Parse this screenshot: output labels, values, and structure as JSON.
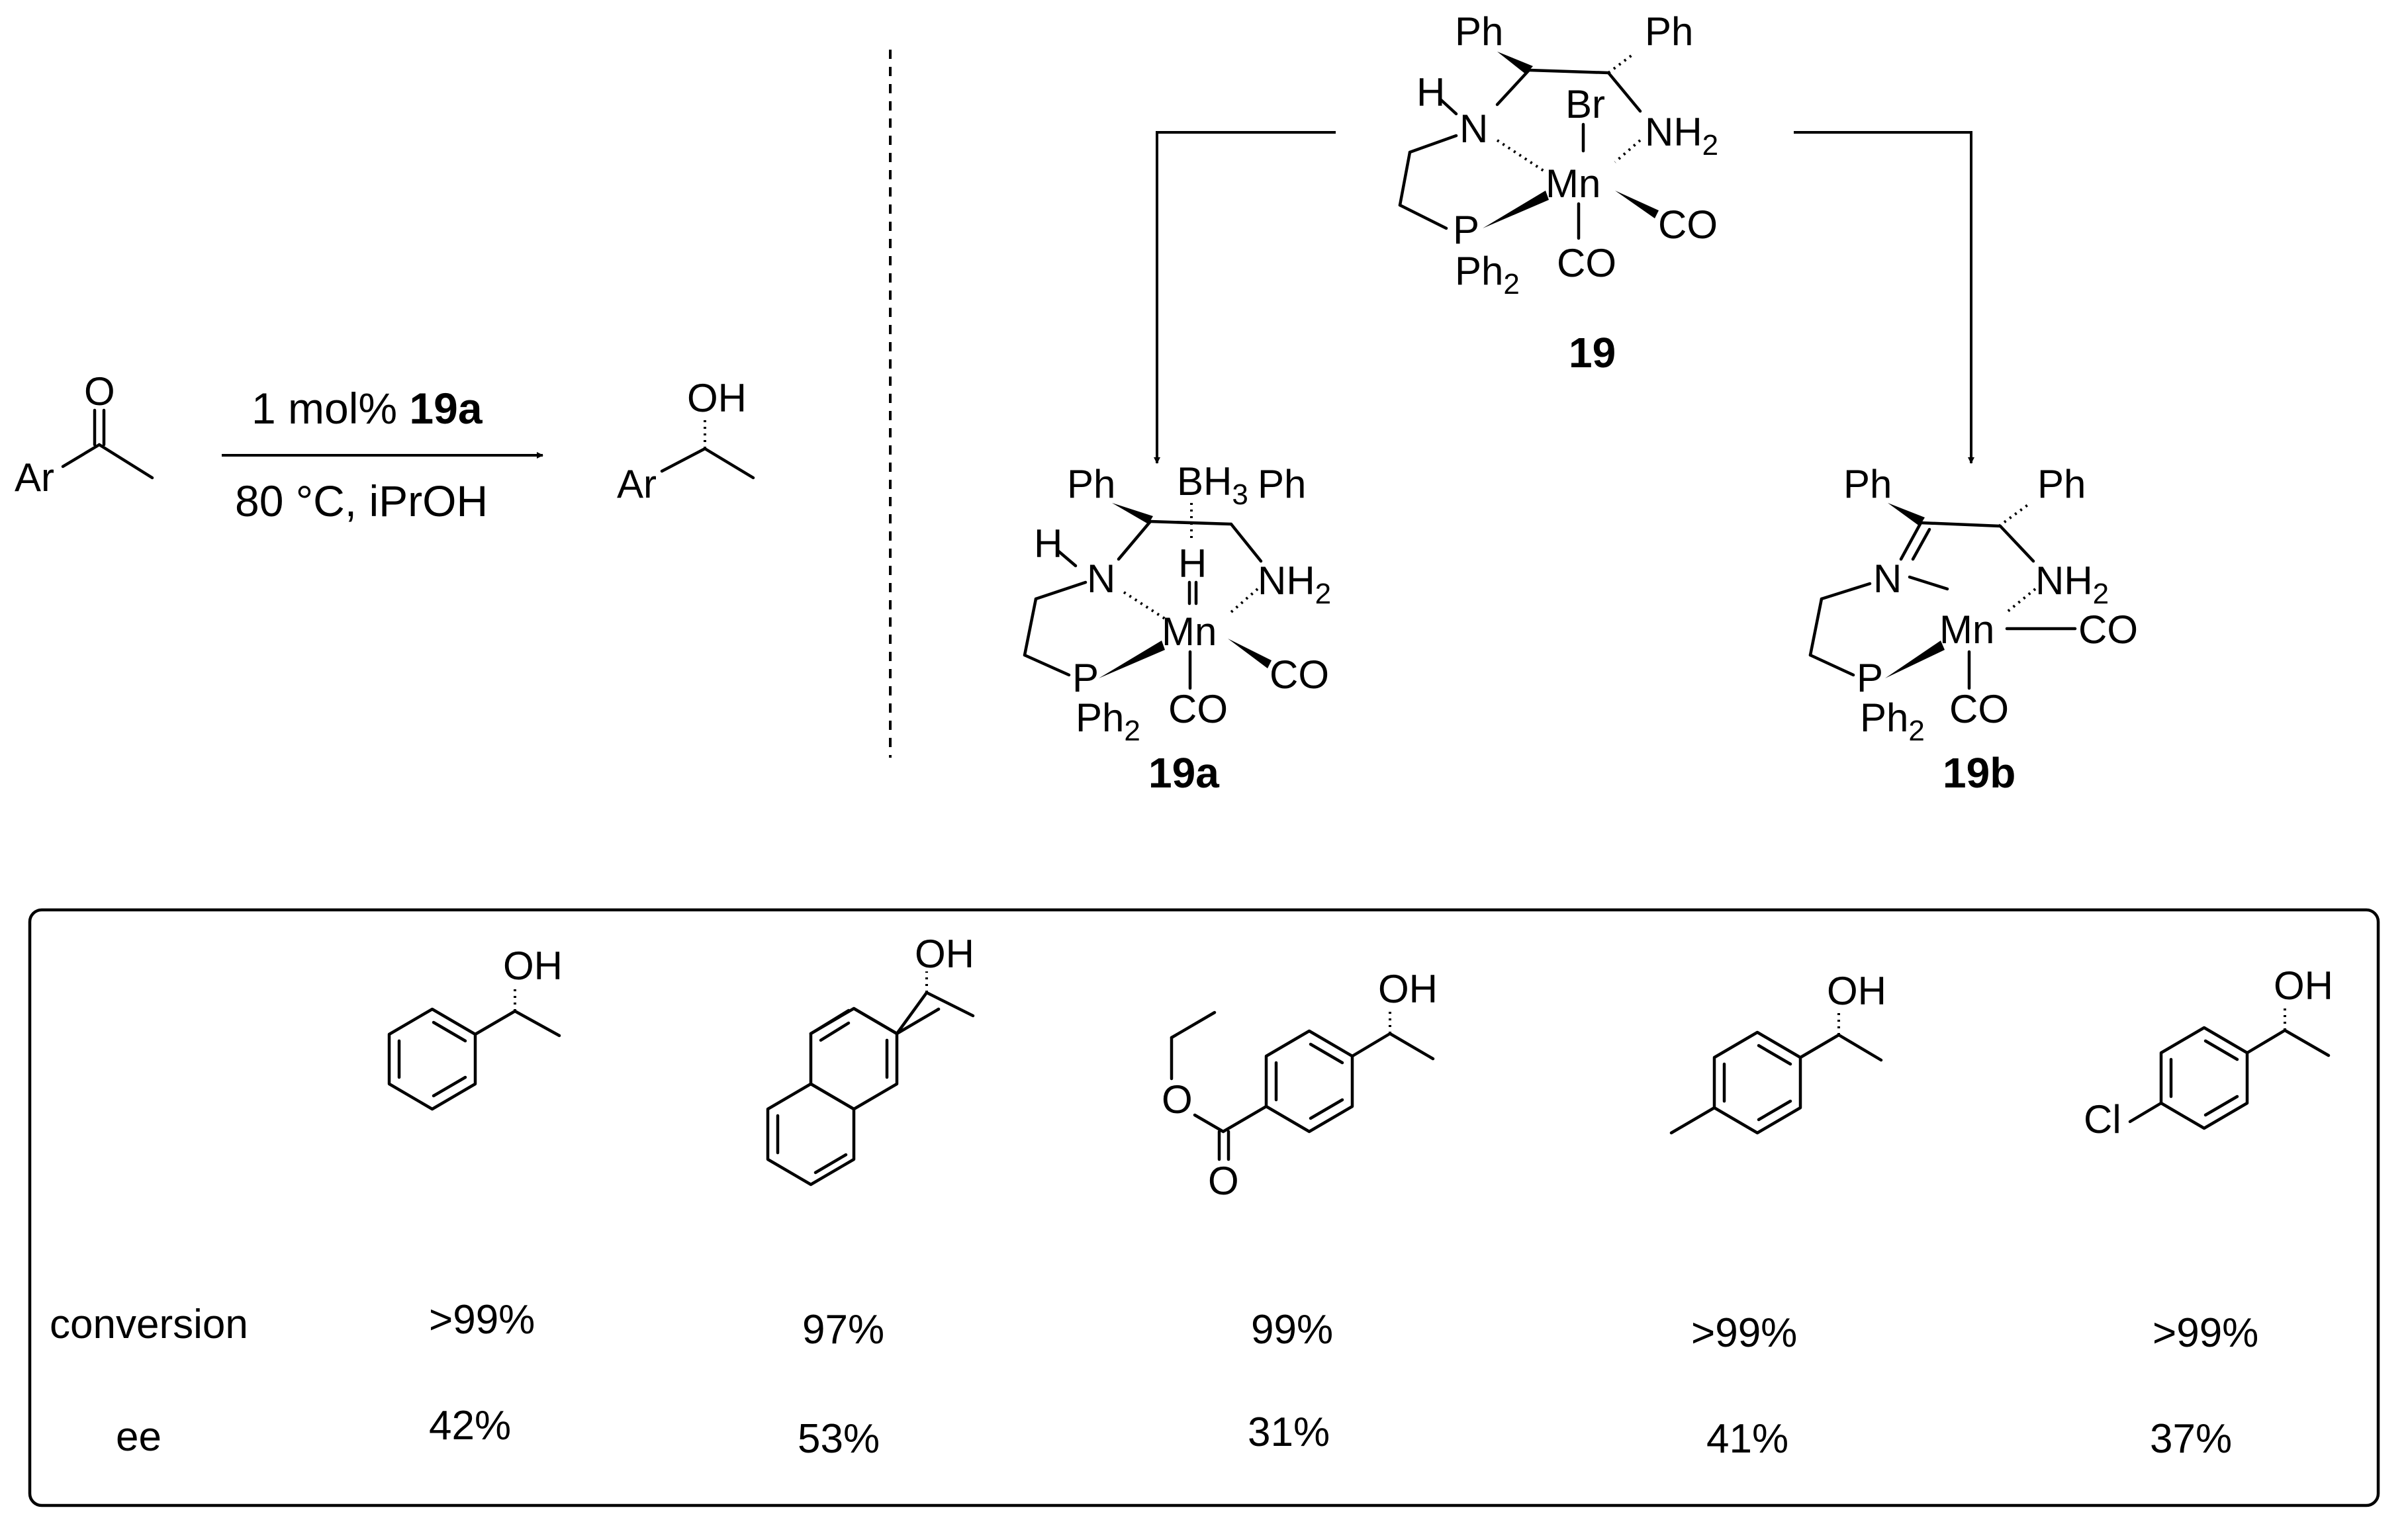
{
  "reaction": {
    "reagent_prefix": "1 mol% ",
    "reagent_compound": "19a",
    "conditions": "80 °C, iPrOH",
    "reactant_atoms": {
      "O": "O",
      "Ar": "Ar"
    },
    "product_atoms": {
      "OH": "OH",
      "Ar": "Ar"
    }
  },
  "complex_19": {
    "label": "19",
    "atoms": {
      "ph1": "Ph",
      "ph2": "Ph",
      "h": "H",
      "n": "N",
      "br": "Br",
      "nh": "NH",
      "nh_sub": "2",
      "mn": "Mn",
      "p": "P",
      "pph": "Ph",
      "pph_sub": "2",
      "co1": "CO",
      "co2": "CO"
    }
  },
  "complex_19a": {
    "label": "19a",
    "atoms": {
      "ph1": "Ph",
      "bh": "BH",
      "bh_sub": "3",
      "ph2": "Ph",
      "h": "H",
      "n": "N",
      "hb": "H",
      "nh": "NH",
      "nh_sub": "2",
      "mn": "Mn",
      "p": "P",
      "pph": "Ph",
      "pph_sub": "2",
      "co1": "CO",
      "co2": "CO"
    }
  },
  "complex_19b": {
    "label": "19b",
    "atoms": {
      "ph1": "Ph",
      "ph2": "Ph",
      "n": "N",
      "nh": "NH",
      "nh_sub": "2",
      "mn": "Mn",
      "p": "P",
      "pph": "Ph",
      "pph_sub": "2",
      "co1": "CO",
      "co2": "CO"
    }
  },
  "table": {
    "row_labels": {
      "conversion": "conversion",
      "ee": "ee"
    },
    "substrates": [
      {
        "oh": "OH",
        "conversion": ">99%",
        "ee": "42%"
      },
      {
        "oh": "OH",
        "conversion": "97%",
        "ee": "53%"
      },
      {
        "oh": "OH",
        "ester_o": "O",
        "ester_o2": "O",
        "conversion": "99%",
        "ee": "31%"
      },
      {
        "oh": "OH",
        "conversion": ">99%",
        "ee": "41%"
      },
      {
        "oh": "OH",
        "cl": "Cl",
        "conversion": ">99%",
        "ee": "37%"
      }
    ]
  }
}
